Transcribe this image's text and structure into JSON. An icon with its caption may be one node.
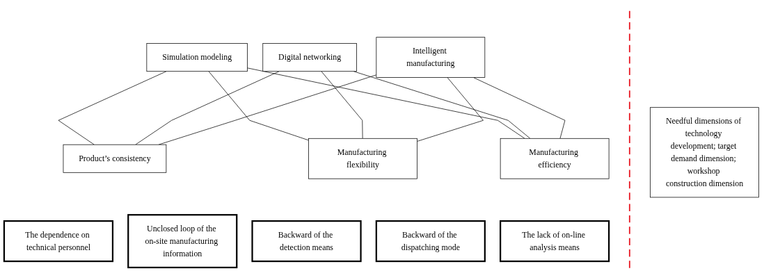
{
  "diagram": {
    "nodes": [
      {
        "text": [
          "Simulation modeling"
        ]
      },
      {
        "text": [
          "Digital networking"
        ]
      },
      {
        "text": [
          "Intelligent manufacturing"
        ]
      },
      {
        "text": [
          "Product’s consistency"
        ]
      },
      {
        "text": [
          "Manufacturing flexibility"
        ]
      },
      {
        "text": [
          "Manufacturing efficiency"
        ]
      },
      {
        "text": [
          "The dependence on technical personnel"
        ]
      },
      {
        "text": [
          "Unclosed loop of the on-site manufacturing information"
        ]
      },
      {
        "text": [
          "Backward of the detection means"
        ]
      },
      {
        "text": [
          "Backward of the dispatching mode"
        ]
      },
      {
        "text": [
          "The lack of on-line analysis means"
        ]
      },
      {
        "text": [
          "Needful dimensions of technology development; target demand dimension; workshop construction dimension"
        ]
      }
    ],
    "edges": [
      {
        "from": 0,
        "to": 3,
        "arrow": "none"
      },
      {
        "from": 0,
        "to": 4,
        "arrow": "none"
      },
      {
        "from": 0,
        "to": 5,
        "arrow": "none"
      },
      {
        "from": 1,
        "to": 3,
        "arrow": "none"
      },
      {
        "from": 1,
        "to": 4,
        "arrow": "none"
      },
      {
        "from": 1,
        "to": 5,
        "arrow": "none"
      },
      {
        "from": 2,
        "to": 3,
        "arrow": "none"
      },
      {
        "from": 2,
        "to": 4,
        "arrow": "none"
      },
      {
        "from": 2,
        "to": 5,
        "arrow": "none"
      }
    ]
  }
}
